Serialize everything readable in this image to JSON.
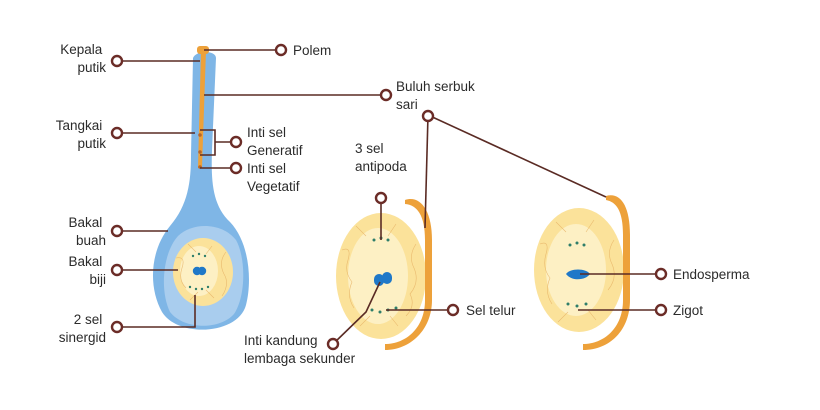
{
  "labels": {
    "kepala_putik": [
      "Kepala",
      "putik"
    ],
    "tangkai_putik": [
      "Tangkai",
      "putik"
    ],
    "bakal_buah": [
      "Bakal",
      "buah"
    ],
    "bakal_biji": [
      "Bakal",
      "biji"
    ],
    "sinergid": [
      "2 sel",
      "sinergid"
    ],
    "polem": [
      "Polem"
    ],
    "buluh_serbuk_sari": [
      "Buluh serbuk",
      "sari"
    ],
    "inti_generatif": [
      "Inti sel",
      "Generatif"
    ],
    "inti_vegetatif": [
      "Inti sel",
      "Vegetatif"
    ],
    "antipoda": [
      "3 sel",
      "antipoda"
    ],
    "sel_telur": [
      "Sel telur"
    ],
    "inti_kandung": [
      "Inti kandung",
      "lembaga sekunder"
    ],
    "endosperma": [
      "Endosperma"
    ],
    "zigot": [
      "Zigot"
    ]
  },
  "colors": {
    "pistil_blue": "#7fb6e6",
    "pistil_inner": "#a9cdee",
    "ovule_yellow": "#fbe29a",
    "ovule_light": "#fdf0c4",
    "pollen_tube": "#eda13a",
    "nucleus_blue": "#1f78c8",
    "leader": "#5a2b24",
    "marker_ring": "#6b2c27",
    "cell_dot": "#2f7e6a"
  }
}
